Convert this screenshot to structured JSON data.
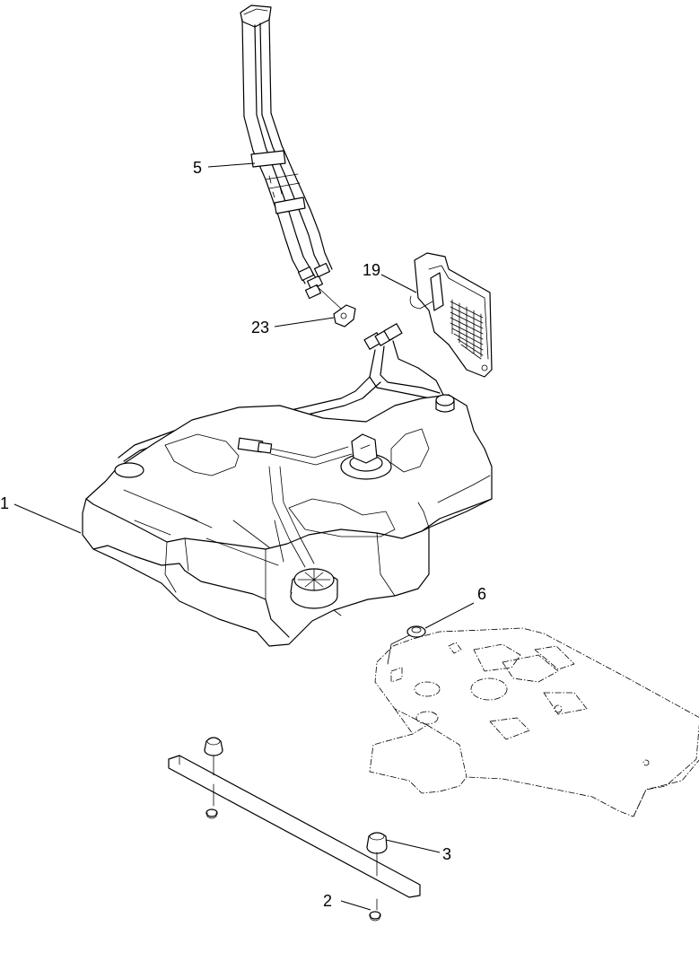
{
  "callouts": [
    {
      "id": "1",
      "label": "1"
    },
    {
      "id": "2",
      "label": "2"
    },
    {
      "id": "3",
      "label": "3"
    },
    {
      "id": "5",
      "label": "5"
    },
    {
      "id": "6",
      "label": "6"
    },
    {
      "id": "19",
      "label": "19"
    },
    {
      "id": "23",
      "label": "23"
    }
  ]
}
